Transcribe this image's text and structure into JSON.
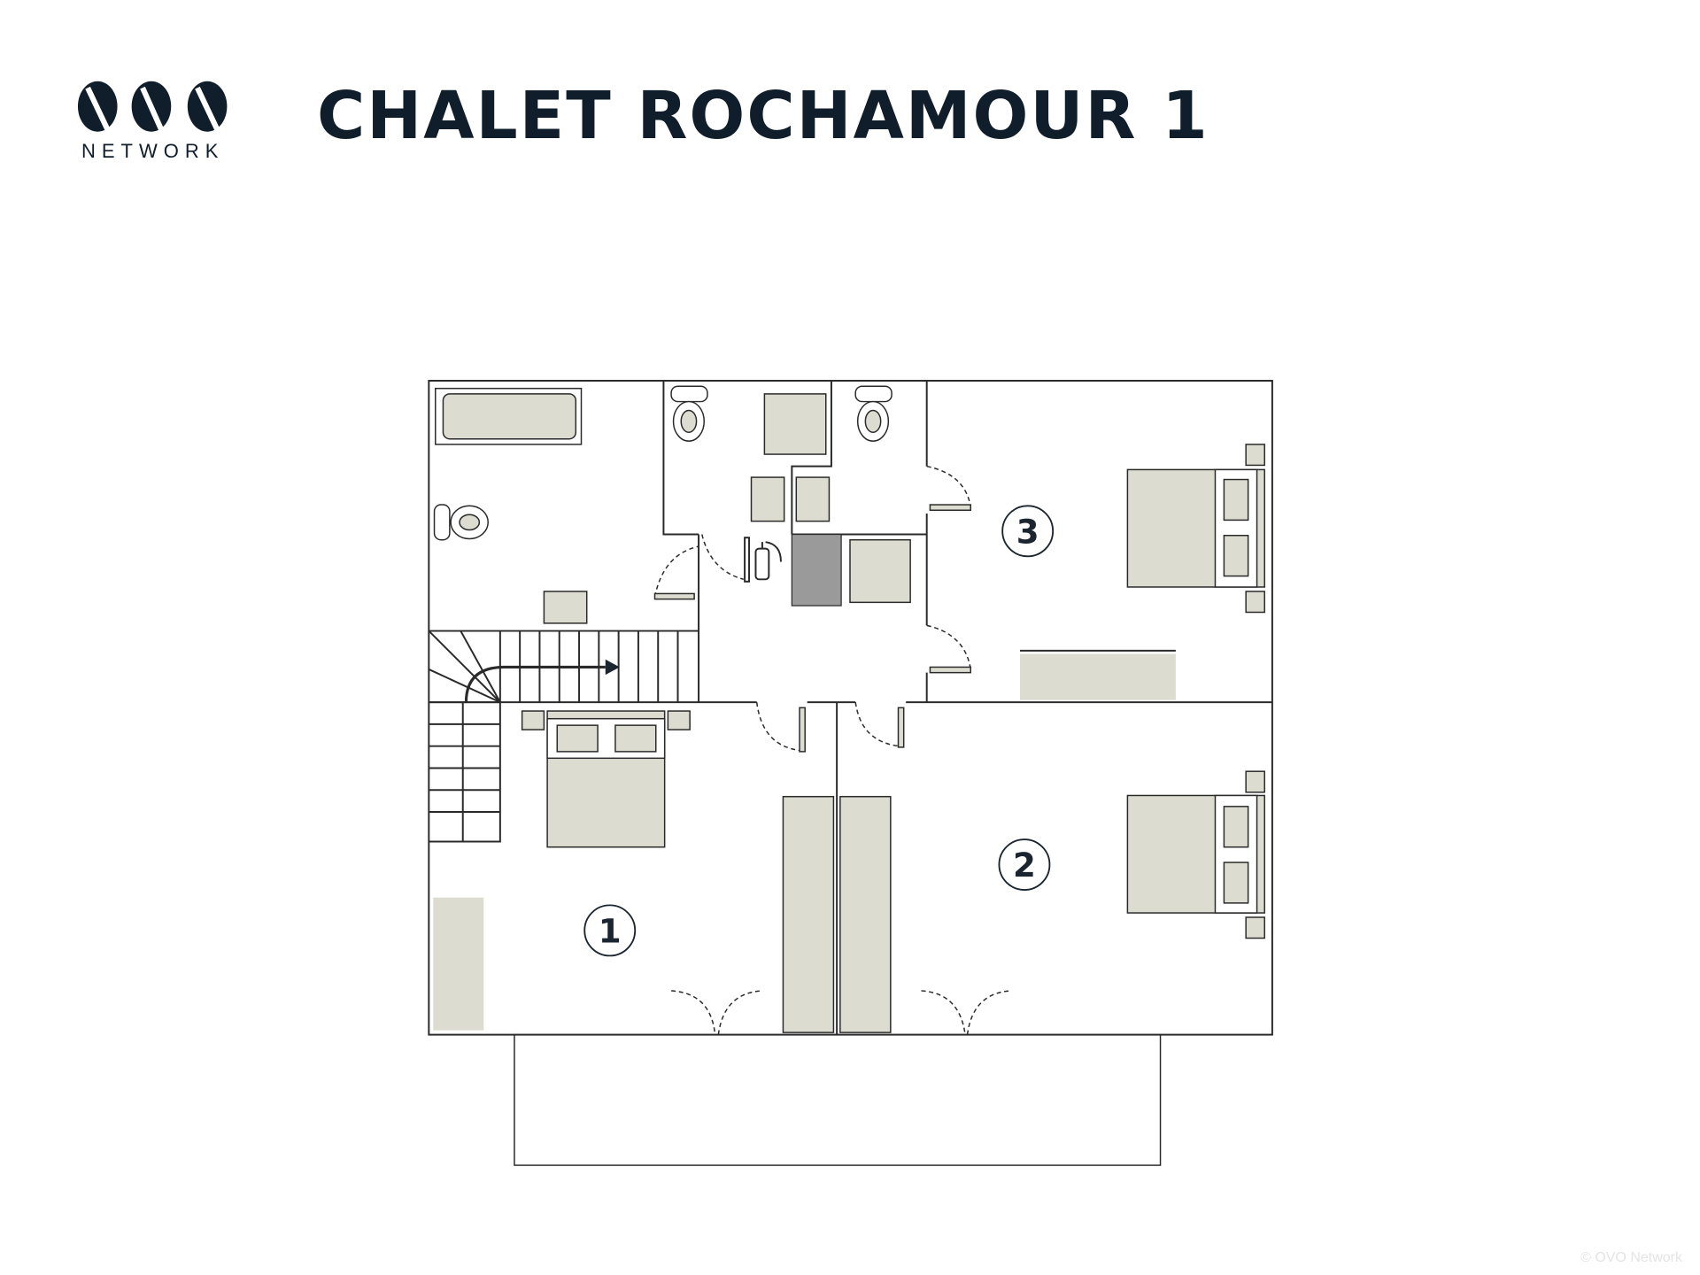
{
  "header": {
    "logo_text": "NETWORK",
    "logo_mark": "OVO",
    "title": "CHALET ROCHAMOUR 1"
  },
  "plan": {
    "rooms": [
      {
        "number": "1"
      },
      {
        "number": "2"
      },
      {
        "number": "3"
      }
    ],
    "colors": {
      "furniture": "#dcdcd0",
      "wall": "#2a2a2a",
      "dark_block": "#9a9a9a"
    }
  },
  "footer": {
    "copyright": "© OVO Network"
  }
}
